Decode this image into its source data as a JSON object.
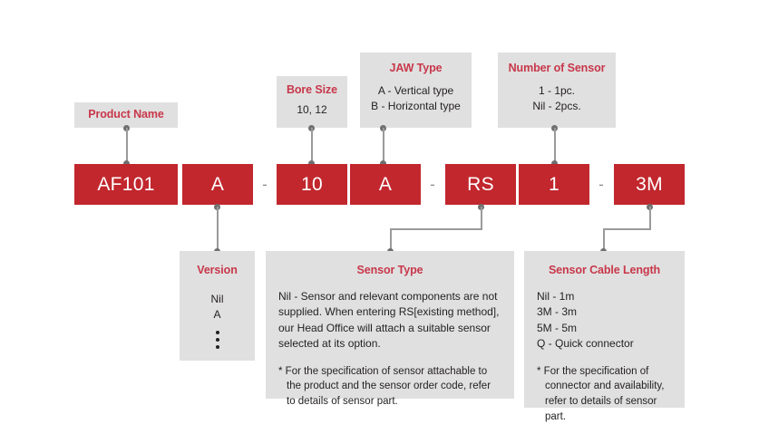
{
  "theme": {
    "bar_red": "#C1272D",
    "title_red": "#C8374A",
    "box_gray": "#E0E0E0",
    "line_gray": "#9A9A9A",
    "background": "#FFFFFF"
  },
  "code_bar": {
    "segments": [
      {
        "name": "product-name",
        "value": "AF101"
      },
      {
        "name": "version",
        "value": "A"
      },
      {
        "name": "bore-size",
        "value": "10"
      },
      {
        "name": "jaw-type",
        "value": "A"
      },
      {
        "name": "sensor-type",
        "value": "RS"
      },
      {
        "name": "number-of-sensor",
        "value": "1"
      },
      {
        "name": "sensor-cable-length",
        "value": "3M"
      }
    ],
    "separators": [
      "-",
      "-",
      "-"
    ]
  },
  "callouts": {
    "product_name": {
      "title": "Product Name"
    },
    "bore_size": {
      "title": "Bore Size",
      "body": "10, 12"
    },
    "jaw_type": {
      "title": "JAW Type",
      "line1": "A - Vertical type",
      "line2": "B - Horizontal type"
    },
    "number_of_sensor": {
      "title": "Number of Sensor",
      "line1": "1 - 1pc.",
      "line2": "Nil - 2pcs."
    },
    "version": {
      "title": "Version",
      "line1": "Nil",
      "line2": "A"
    },
    "sensor_type": {
      "title": "Sensor Type",
      "paragraph": "Nil - Sensor and relevant components are not supplied. When entering RS[existing method], our Head Office will attach a suitable sensor selected at its option.",
      "note": "* For the specification of sensor attachable to the product and the sensor order code, refer to details of sensor part."
    },
    "sensor_cable_length": {
      "title": "Sensor Cable Length",
      "line1": "Nil - 1m",
      "line2": "3M - 3m",
      "line3": "5M - 5m",
      "line4": "Q - Quick connector",
      "note": "* For the specification of connector and availability, refer to details of sensor part."
    }
  }
}
